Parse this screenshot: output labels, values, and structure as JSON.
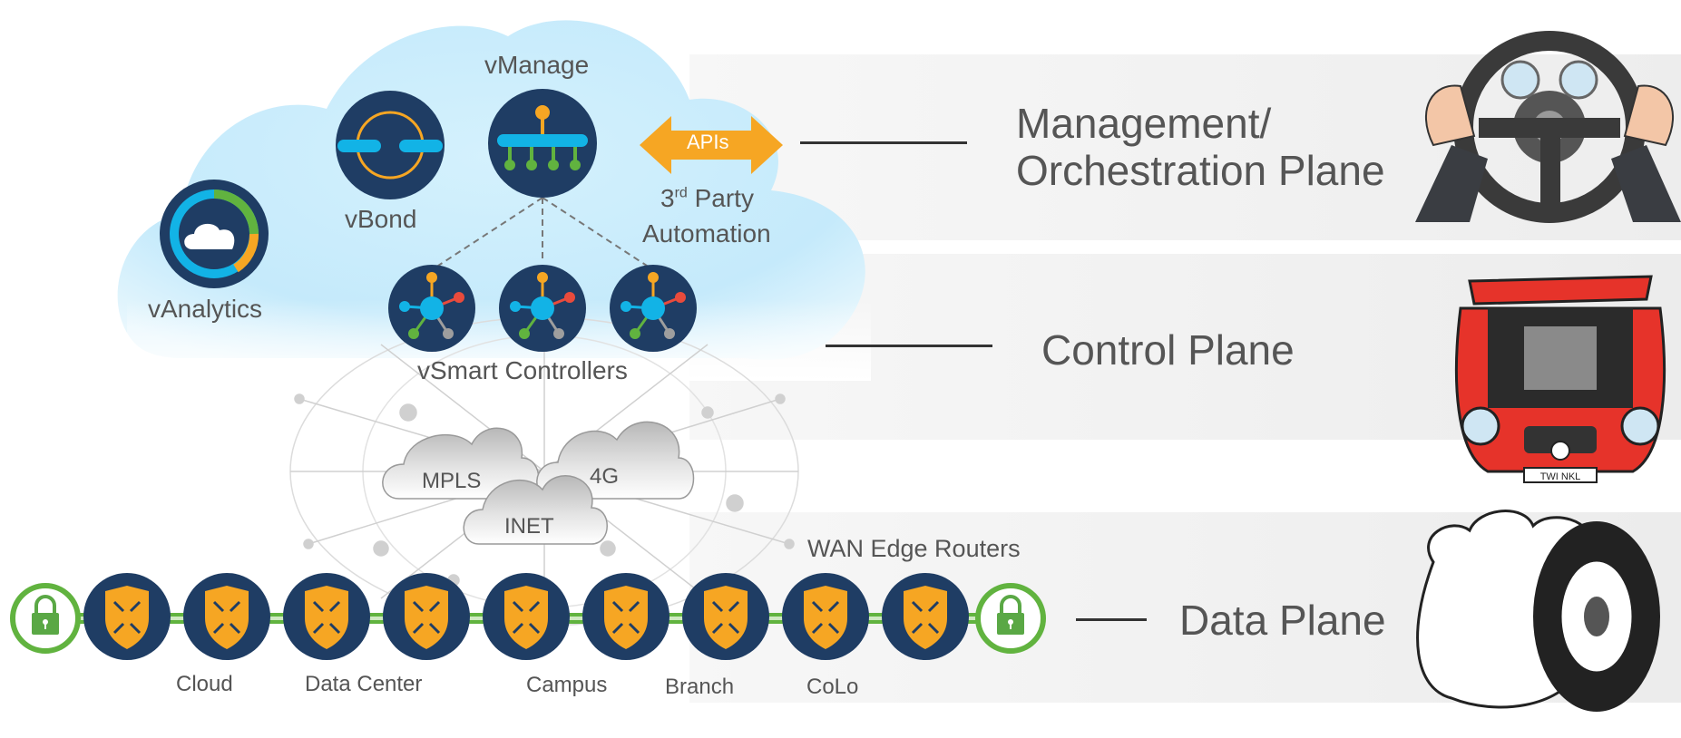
{
  "colors": {
    "navy": "#1f3d64",
    "cyan": "#12b3e6",
    "orange": "#f6a623",
    "green": "#61b33f",
    "lock_green": "#5aa845",
    "cloud_blue": "#c9ecfb",
    "red": "#e94b3c",
    "gray": "#9e9e9e"
  },
  "control": {
    "vmanage": "vManage",
    "vbond": "vBond",
    "vanalytics": "vAnalytics",
    "apis": "APIs",
    "third_party_sup": "rd",
    "third_party_num": "3",
    "third_party_rest": " Party",
    "automation": "Automation",
    "vsmart": "vSmart Controllers"
  },
  "transport": {
    "mpls": "MPLS",
    "fourg": "4G",
    "inet": "INET"
  },
  "edge": {
    "title": "WAN Edge Routers",
    "sites": [
      "Cloud",
      "Data Center",
      "Campus",
      "Branch",
      "CoLo"
    ]
  },
  "planes": {
    "management_line1": "Management/",
    "management_line2": "Orchestration Plane",
    "control": "Control Plane",
    "data": "Data Plane"
  },
  "illustrations": {
    "plate": "TWI NKL"
  }
}
